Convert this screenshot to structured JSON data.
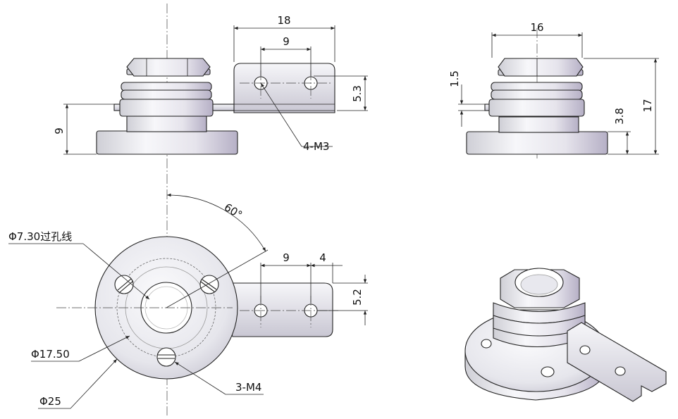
{
  "dimensions": {
    "front_width_18": "18",
    "front_hole_spacing_9": "9",
    "front_height_5_3": "5.3",
    "front_height_9": "9",
    "front_thread_label": "4-M3",
    "side_width_16": "16",
    "side_height_1_5": "1.5",
    "side_height_3_8": "3.8",
    "side_height_17": "17",
    "top_angle": "60°",
    "top_hole_spacing_9": "9",
    "top_offset_4": "4",
    "top_height_5_2": "5.2",
    "top_hole_diameter": "Φ7.30过孔线",
    "top_pcd": "Φ17.50",
    "top_outer_diameter": "Φ25",
    "top_screw_label": "3-M4"
  },
  "colors": {
    "metal_light": "#f2f2f6",
    "metal_mid": "#d4d4dc",
    "metal_dark": "#b8b4c4",
    "line": "#222222"
  }
}
